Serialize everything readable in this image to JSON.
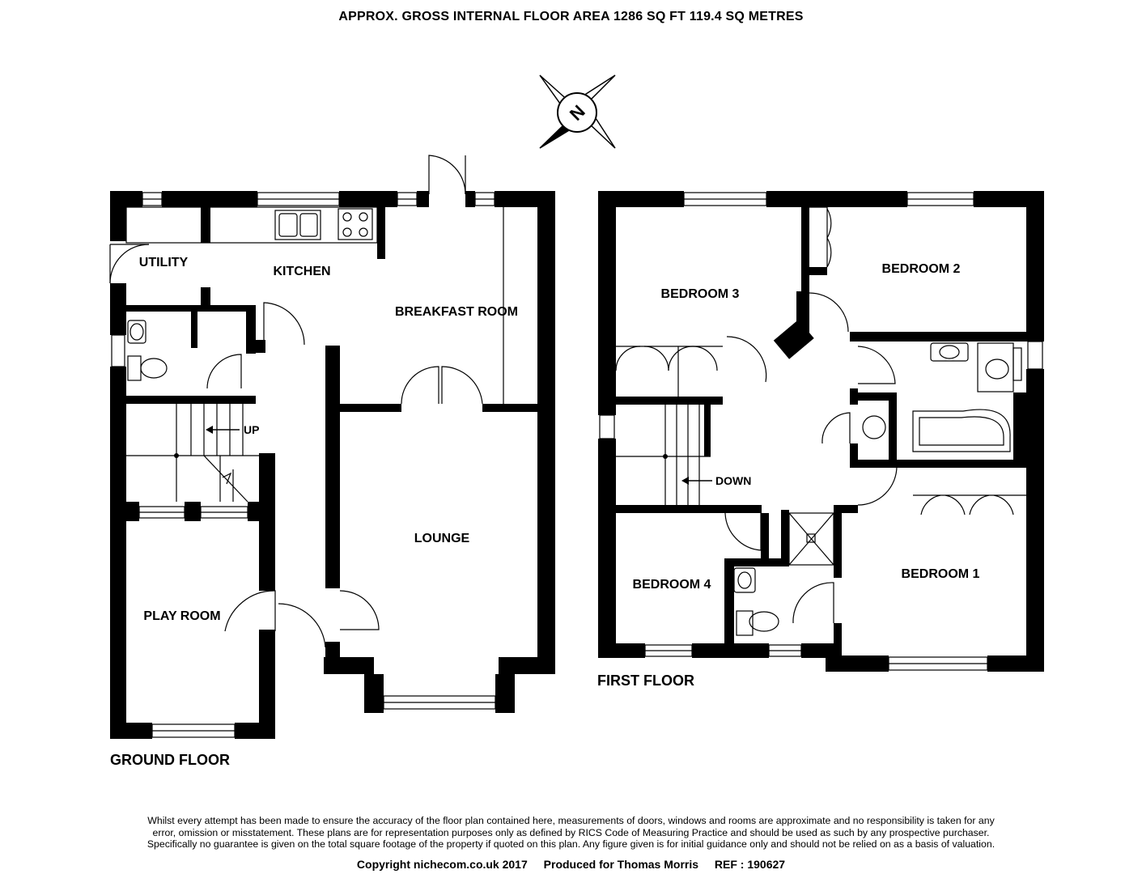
{
  "header": {
    "area_text": "APPROX. GROSS INTERNAL FLOOR AREA 1286 SQ FT 119.4 SQ METRES"
  },
  "compass": {
    "label": "N"
  },
  "ground_floor": {
    "label": "GROUND FLOOR",
    "rooms": {
      "utility": "UTILITY",
      "kitchen": "KITCHEN",
      "breakfast_room": "BREAKFAST ROOM",
      "lounge": "LOUNGE",
      "play_room": "PLAY ROOM"
    },
    "stairs_label": "UP"
  },
  "first_floor": {
    "label": "FIRST FLOOR",
    "rooms": {
      "bedroom_1": "BEDROOM 1",
      "bedroom_2": "BEDROOM 2",
      "bedroom_3": "BEDROOM 3",
      "bedroom_4": "BEDROOM 4"
    },
    "stairs_label": "DOWN"
  },
  "footer": {
    "disclaimer_line1": "Whilst every attempt has been made to ensure the accuracy of the floor plan contained here, measurements of doors, windows and rooms are approximate and no responsibility is taken for any",
    "disclaimer_line2": "error, omission or misstatement. These plans are for representation purposes only as defined by RICS Code of Measuring Practice and should be used as such by any prospective purchaser.",
    "disclaimer_line3": "Specifically no guarantee is given on the total square footage of the property if quoted on this plan. Any figure given is for initial guidance only and should not be relied on as a basis of valuation.",
    "copyright": "Copyright nichecom.co.uk 2017",
    "produced_for": "Produced for Thomas Morris",
    "ref": "REF : 190627"
  }
}
